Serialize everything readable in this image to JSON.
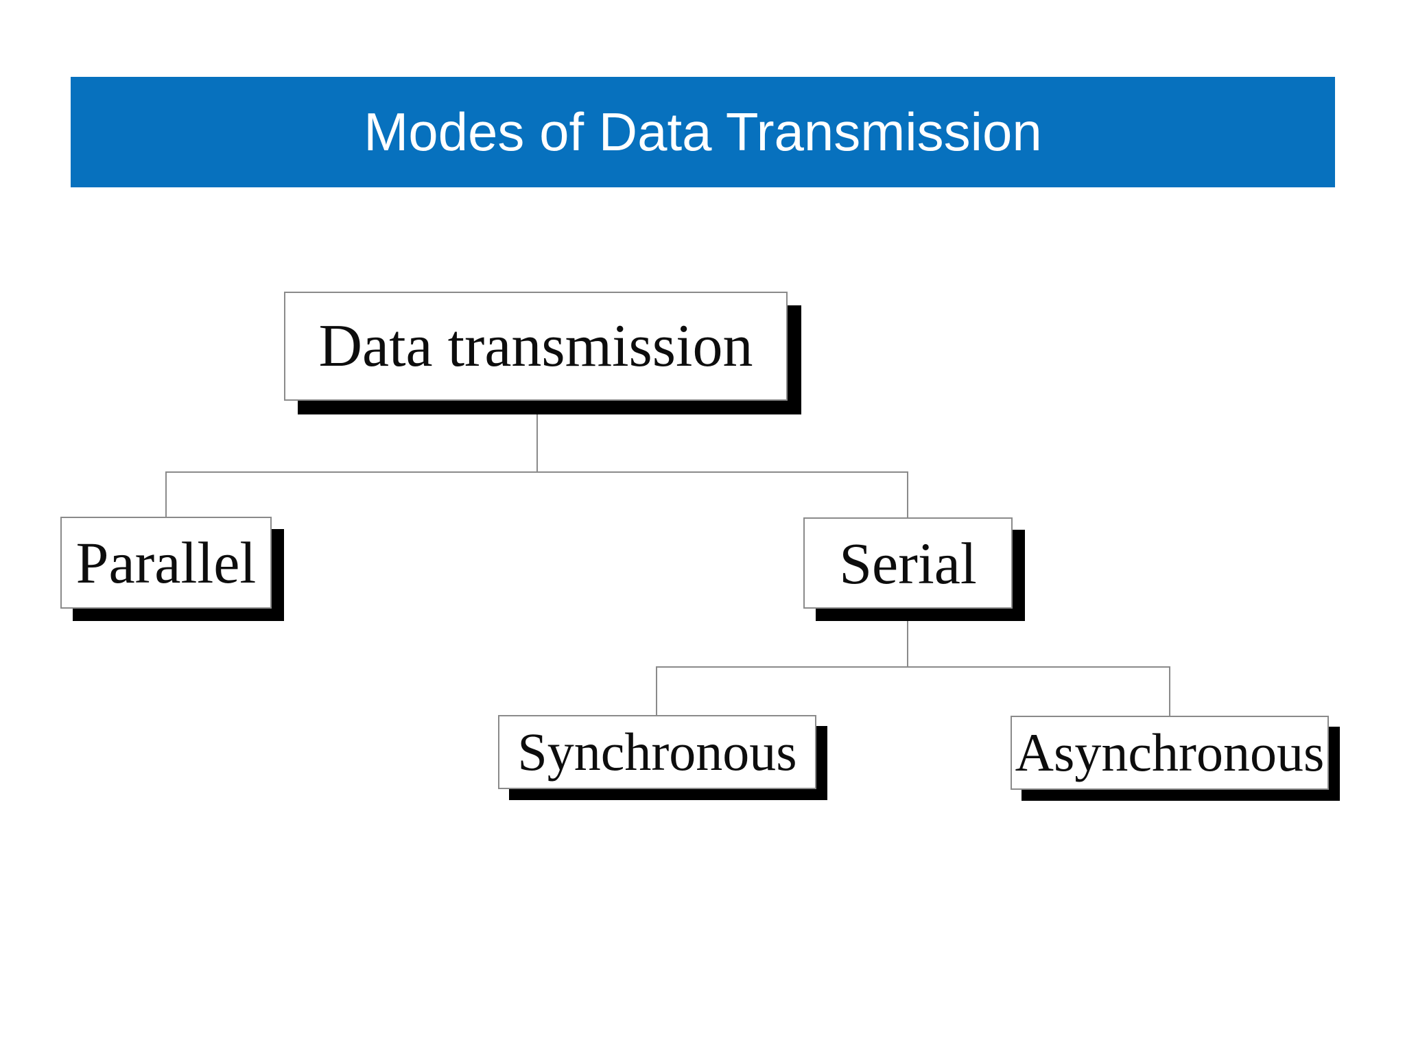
{
  "slide": {
    "title": {
      "text": "Modes of Data Transmission",
      "bg_color": "#0771BE",
      "text_color": "#FFFFFF"
    },
    "background_color": "#FFFFFF"
  },
  "tree": {
    "nodes": [
      {
        "id": "data-transmission",
        "label": "Data transmission",
        "level": "root"
      },
      {
        "id": "parallel",
        "label": "Parallel",
        "level": "mid"
      },
      {
        "id": "serial",
        "label": "Serial",
        "level": "mid"
      },
      {
        "id": "synchronous",
        "label": "Synchronous",
        "level": "leaf"
      },
      {
        "id": "asynchronous",
        "label": "Asynchronous",
        "level": "leaf"
      }
    ],
    "edges": [
      {
        "from": "data-transmission",
        "to": "parallel"
      },
      {
        "from": "data-transmission",
        "to": "serial"
      },
      {
        "from": "serial",
        "to": "synchronous"
      },
      {
        "from": "serial",
        "to": "asynchronous"
      }
    ],
    "colors": {
      "box_fill": "#FFFFFF",
      "box_border": "#8A8A8A",
      "box_shadow": "#000000",
      "connector": "#8A8A8A",
      "text": "#0D0D0D"
    }
  }
}
